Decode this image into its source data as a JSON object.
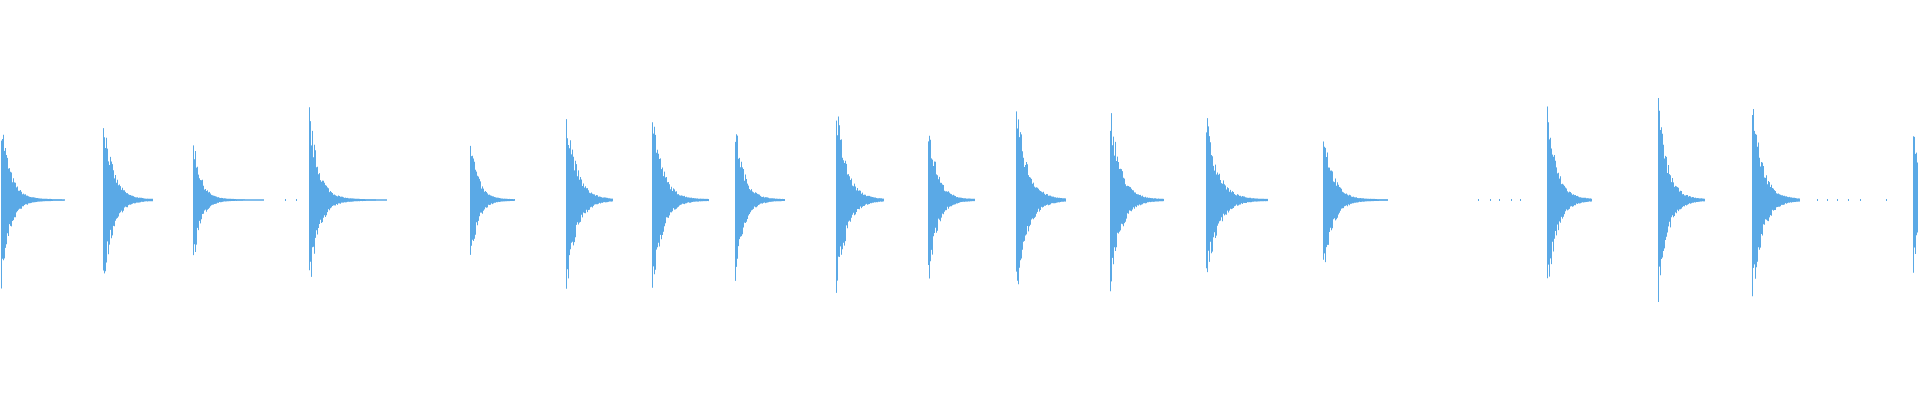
{
  "waveform": {
    "color": "#5aa9e6",
    "background": "#ffffff",
    "amplitude_range": [
      -1,
      1
    ],
    "transients": [
      {
        "time": 0.0,
        "peak": 0.82,
        "decay": 0.14,
        "tail": 0.45
      },
      {
        "time": 0.053,
        "peak": 0.87,
        "decay": 0.15,
        "tail": 0.35
      },
      {
        "time": 0.1,
        "peak": 0.62,
        "decay": 0.12,
        "tail": 0.5
      },
      {
        "time": 0.161,
        "peak": 0.88,
        "decay": 0.15,
        "tail": 0.55
      },
      {
        "time": 0.245,
        "peak": 0.65,
        "decay": 0.12,
        "tail": 0.32
      },
      {
        "time": 0.295,
        "peak": 0.92,
        "decay": 0.16,
        "tail": 0.33
      },
      {
        "time": 0.34,
        "peak": 0.9,
        "decay": 0.16,
        "tail": 0.4
      },
      {
        "time": 0.383,
        "peak": 0.75,
        "decay": 0.14,
        "tail": 0.35
      },
      {
        "time": 0.436,
        "peak": 0.95,
        "decay": 0.16,
        "tail": 0.34
      },
      {
        "time": 0.484,
        "peak": 0.8,
        "decay": 0.14,
        "tail": 0.33
      },
      {
        "time": 0.53,
        "peak": 0.97,
        "decay": 0.17,
        "tail": 0.35
      },
      {
        "time": 0.579,
        "peak": 0.92,
        "decay": 0.16,
        "tail": 0.38
      },
      {
        "time": 0.629,
        "peak": 0.83,
        "decay": 0.18,
        "tail": 0.44
      },
      {
        "time": 0.69,
        "peak": 0.74,
        "decay": 0.15,
        "tail": 0.46
      },
      {
        "time": 0.807,
        "peak": 0.91,
        "decay": 0.15,
        "tail": 0.32
      },
      {
        "time": 0.865,
        "peak": 0.96,
        "decay": 0.15,
        "tail": 0.33
      },
      {
        "time": 0.914,
        "peak": 1.0,
        "decay": 0.16,
        "tail": 0.34
      },
      {
        "time": 0.998,
        "peak": 0.76,
        "decay": 0.1,
        "tail": 0.02
      }
    ],
    "noise_specks": [
      0.148,
      0.154,
      0.771,
      0.777,
      0.782,
      0.788,
      0.793,
      0.948,
      0.953,
      0.958,
      0.964,
      0.97,
      0.984
    ]
  }
}
